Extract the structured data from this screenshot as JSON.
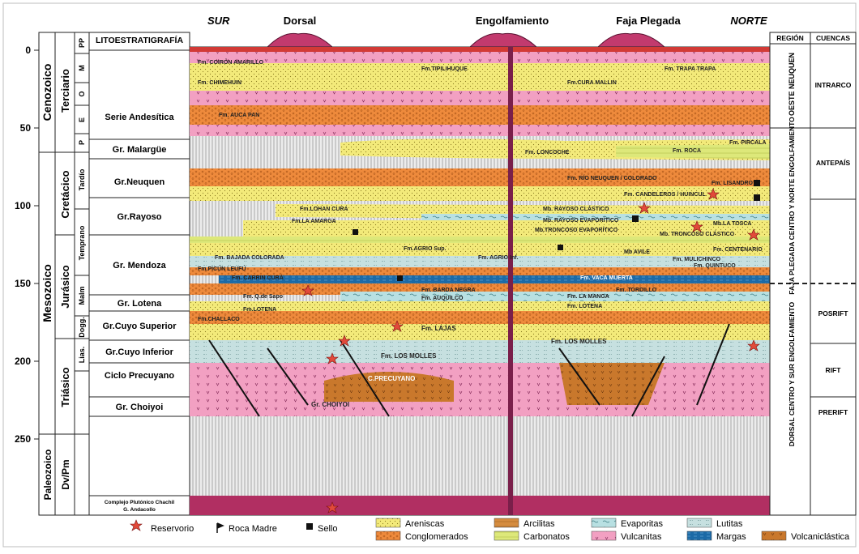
{
  "header": {
    "lito_title": "LITOESTRATIGRAFÍA",
    "sur": "SUR",
    "norte": "NORTE",
    "dorsal": "Dorsal",
    "engolfamiento": "Engolfamiento",
    "faja": "Faja Plegada",
    "region": "REGIÓN",
    "cuencas": "CUENCAS"
  },
  "age_axis": {
    "ticks": [
      "0",
      "50",
      "100",
      "150",
      "200",
      "250"
    ]
  },
  "eras": {
    "cenozoico": "Cenozoico",
    "mesozoico": "Mesozoico",
    "paleozoico": "Paleozoico"
  },
  "periods": {
    "terciario": "Terciario",
    "cretacico": "Cretácico",
    "jurasico": "Jurásico",
    "triasico": "Triásico",
    "dvpm": "Dv/Pm"
  },
  "epochs": {
    "pp": "PP",
    "m": "M",
    "o": "O",
    "e": "E",
    "p": "P",
    "tardio": "Tardío",
    "temprano": "Temprano",
    "malm": "Malm",
    "dogg": "Dogg.",
    "lias": "Lias."
  },
  "units": {
    "serie_andesitica": "Serie Andesítica",
    "malargue": "Gr. Malargüe",
    "neuquen": "Gr.Neuquen",
    "rayoso": "Gr.Rayoso",
    "mendoza": "Gr. Mendoza",
    "lotena": "Gr. Lotena",
    "cuyo_sup": "Gr.Cuyo Superior",
    "cuyo_inf": "Gr.Cuyo Inferior",
    "precuyano": "Ciclo Precuyano",
    "choiyoi": "Gr. Choiyoi",
    "complejo_1": "Complejo Plutónico Chachil",
    "complejo_2": "G. Andacollo"
  },
  "formations": {
    "tipilihuque": "Fm.TIPILIHUQUE",
    "coiron_amarillo": "Fm. COIRÓN AMARILLO",
    "chimehuin": "Fm. CHIMEHUIN",
    "trapa_trapa": "Fm. TRAPA TRAPA",
    "cura_mallin": "Fm.CURA MALLIN",
    "auca_pan": "Fm. AUCA PAN",
    "loncoche": "Fm. LONCOCHE",
    "roca": "Fm. ROCA",
    "pircala": "Fm. PIRCALA",
    "rio_neuquen": "Fm. RÍO NEUQUEN / COLORADO",
    "lisandro": "Fm. LISANDRO",
    "candeleros": "Fm. CANDELEROS / HUINCUL",
    "lohan_cura": "Fm.LOHAN CURA",
    "la_amarga": "Fm.LA AMARGA",
    "rayoso_clastico": "Mb. RAYOSO CLÁSTICO",
    "rayoso_evaporitico": "Mb. RAYOSO EVAPORÍTICO",
    "la_tosca": "Mb.LA TOSCA",
    "troncoso_evaporitico": "Mb.TRONCOSO EVAPORÍTICO",
    "troncoso_clastico": "Mb. TRONCOSO CLÁSTICO",
    "centenario": "Fm. CENTENARIO",
    "agrio_sup": "Fm.AGRIO Sup.",
    "agrio_inf": "Fm. AGRIO Inf.",
    "avile": "Mb AVILE",
    "quintuco": "Fm. QUINTUCO",
    "mulichinco": "Fm. MULICHINCO",
    "bajada_colorada": "Fm. BAJADA COLORADA",
    "picun_leufu": "Fm.PICÚN LEUFÚ",
    "carrin_cura": "Fm. CARRIN CURÁ",
    "vaca_muerta": "Fm. VACA MUERTA",
    "q_de_sapo": "Fm. Q.de Sapo",
    "fm_lotena_a": "Fm.LOTENA",
    "barda_negra": "Fm. BARDA NEGRA",
    "tordillo": "Fm. TORDILLO",
    "la_manga": "Fm. LA MANGA",
    "auquilco": "Fm. AUQUILCO",
    "lotena_b": "Fm. LOTENA",
    "challaco": "Fm.CHALLACO",
    "lajas": "Fm. LAJAS",
    "los_molles_a": "Fm. LOS MOLLES",
    "los_molles_b": "Fm. LOS MOLLES",
    "c_precuyano": "C.PRECUYANO",
    "gr_choiyoi": "Gr. CHOIYOI"
  },
  "regions": {
    "oeste": "OESTE NEUQUEN",
    "faja": "FAJA PLEGADA CENTRO Y NORTE ENGOLFAMIENTO",
    "dorsal": "DORSAL CENTRO Y SUR ENGOLFAMIENTO"
  },
  "cuencas": {
    "intrarco": "INTRARCO",
    "antepais": "ANTEPAÍS",
    "posrift": "POSRIFT",
    "rift": "RIFT",
    "prerift": "PRERIFT"
  },
  "legend": {
    "reservorio": "Reservorio",
    "roca_madre": "Roca Madre",
    "sello": "Sello",
    "areniscas": "Areniscas",
    "conglomerados": "Conglomerados",
    "arcilitas": "Arcilitas",
    "carbonatos": "Carbonatos",
    "evaporitas": "Evaporitas",
    "vulcanitas": "Vulcanitas",
    "lutitas": "Lutitas",
    "margas": "Margas",
    "volcaniclastica": "Volcaniclástica"
  },
  "colors": {
    "arenisca": "#f3ea7a",
    "conglomerado": "#ee8a3c",
    "arcilita": "#d58c3f",
    "carbonato": "#dde87a",
    "evaporita": "#b8e0e2",
    "vulcanita": "#f2a0c2",
    "lutita": "#c6e0e0",
    "marga": "#1c6aa6",
    "volcaniclastica": "#c9782c",
    "pluton": "#b12f62",
    "hiatus": "#d9d9d9"
  }
}
